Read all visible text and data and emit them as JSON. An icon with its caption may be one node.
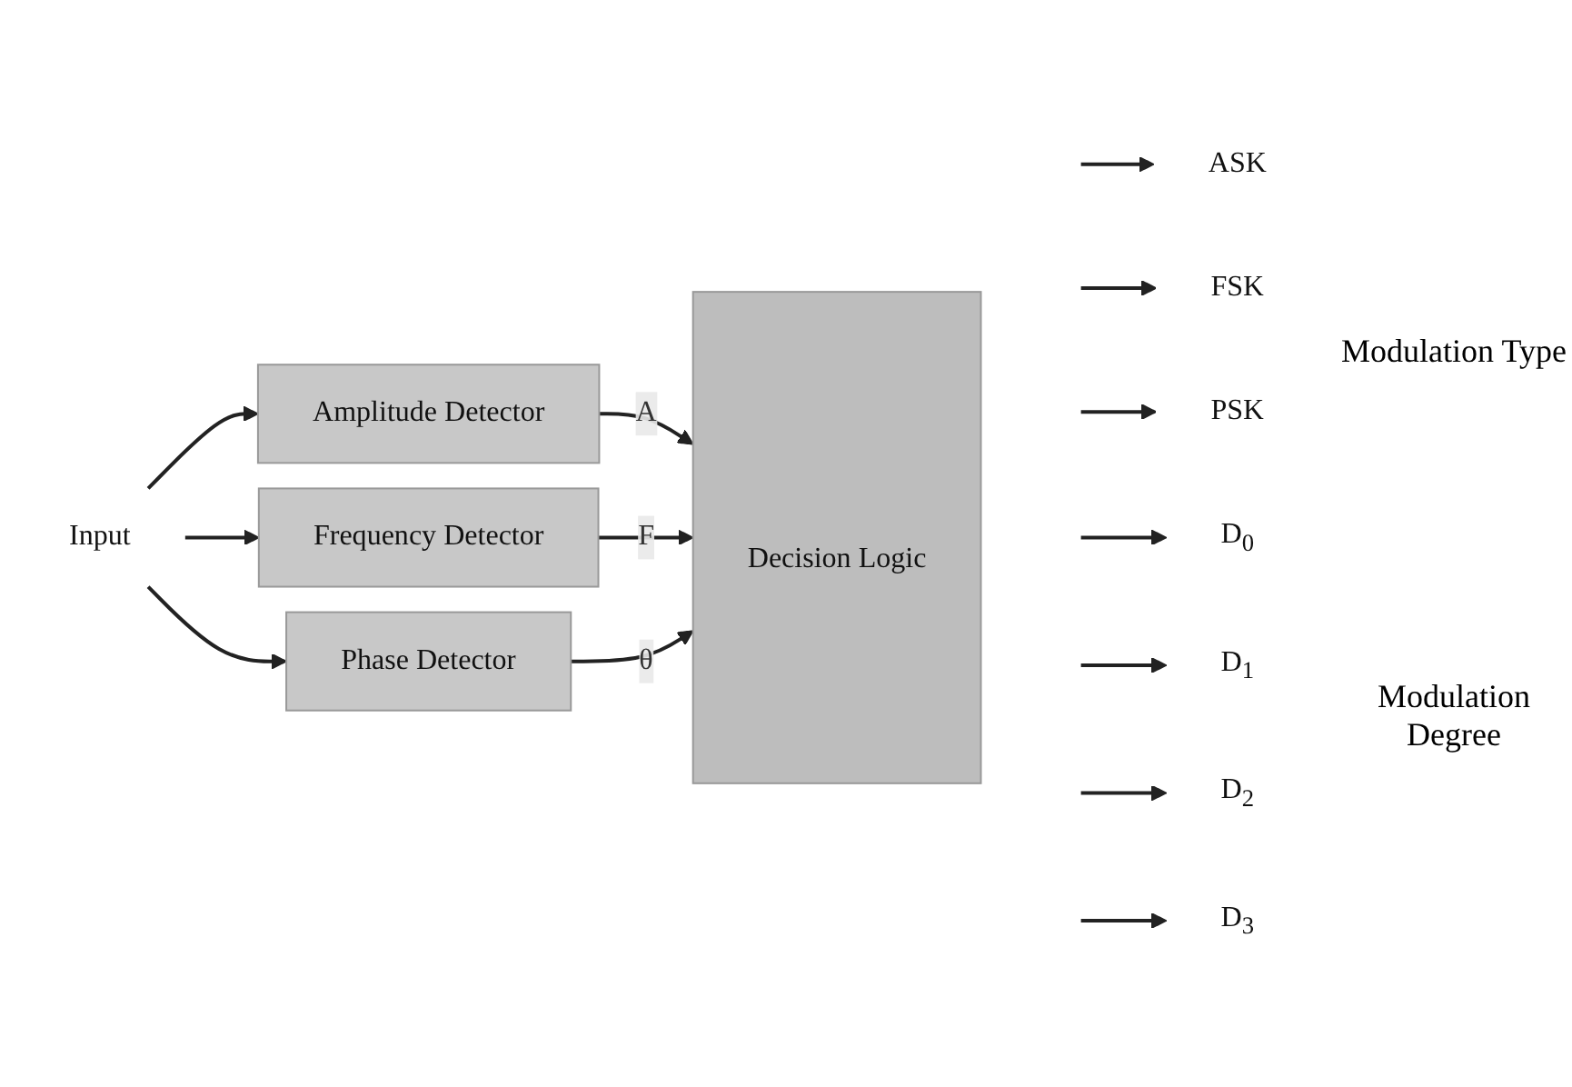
{
  "diagram": {
    "nodes": [
      {
        "text": [
          "Input"
        ]
      },
      {
        "text": [
          "Amplitude Detector"
        ]
      },
      {
        "text": [
          "Frequency Detector"
        ]
      },
      {
        "text": [
          "Phase Detector"
        ]
      },
      {
        "text": [
          "Decision Logic"
        ]
      },
      {
        "text": [
          "ASK"
        ]
      },
      {
        "text": [
          "FSK"
        ]
      },
      {
        "text": [
          "PSK"
        ]
      },
      {
        "text": [
          "D$_{0}$"
        ]
      },
      {
        "text": [
          "D$_{1}$"
        ]
      },
      {
        "text": [
          "D$_{2}$"
        ]
      },
      {
        "text": [
          "D$_{3}$"
        ]
      }
    ],
    "edges": [
      {
        "from": 0,
        "to": 1,
        "arrow": "to"
      },
      {
        "from": 0,
        "to": 2,
        "arrow": "to"
      },
      {
        "from": 0,
        "to": 3,
        "arrow": "to"
      },
      {
        "from": 1,
        "to": 4,
        "arrow": "to",
        "label": "A"
      },
      {
        "from": 2,
        "to": 4,
        "arrow": "to",
        "label": "F"
      },
      {
        "from": 3,
        "to": 4,
        "arrow": "to",
        "label": "θ"
      },
      {
        "from": null,
        "to": 5,
        "arrow": "to"
      },
      {
        "from": null,
        "to": 6,
        "arrow": "to"
      },
      {
        "from": null,
        "to": 7,
        "arrow": "to"
      },
      {
        "from": null,
        "to": 8,
        "arrow": "to"
      },
      {
        "from": null,
        "to": 9,
        "arrow": "to"
      },
      {
        "from": null,
        "to": 10,
        "arrow": "to"
      },
      {
        "from": null,
        "to": 11,
        "arrow": "to"
      }
    ],
    "labels": [
      "Modulation Type",
      "Modulation Degree"
    ]
  }
}
